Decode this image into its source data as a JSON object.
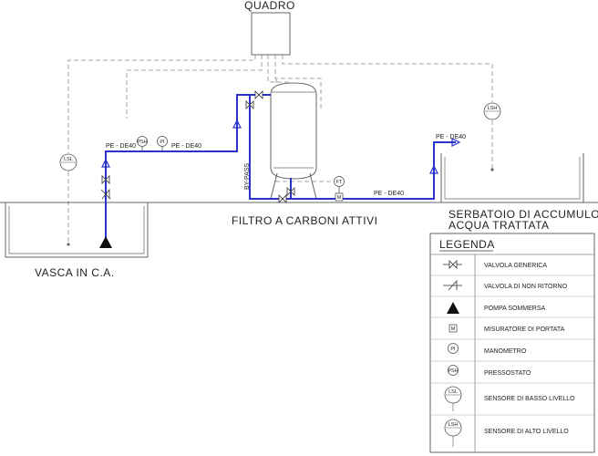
{
  "labels": {
    "quadro": "QUADRO",
    "pipe_pe_1": "PE - DE40",
    "pipe_pe_2": "PE - DE40",
    "pipe_pe_3": "PE - DE40",
    "pipe_pe_4": "PE - DE40",
    "bypass": "BY-PASS",
    "filter": "FILTRO A CARBONI ATTIVI",
    "vasca": "VASCA IN C.A.",
    "serbatoio_line1": "SERBATOIO DI ACCUMULO",
    "serbatoio_line2": "ACQUA TRATTATA"
  },
  "instruments": {
    "psh": "PSH",
    "pi": "PI",
    "ft": "FT",
    "lsl": "LSL",
    "lsh": "LSH",
    "m": "M"
  },
  "legend": {
    "title": "LEGENDA",
    "items": [
      {
        "label": "VALVOLA GENERICA"
      },
      {
        "label": "VALVOLA DI NON RITORNO"
      },
      {
        "label": "POMPA SOMMERSA"
      },
      {
        "label": "MISURATORE DI PORTATA",
        "symbol_text": "M"
      },
      {
        "label": "MANOMETRO",
        "symbol_text": "PI"
      },
      {
        "label": "PRESSOSTATO",
        "symbol_text": "PSH"
      },
      {
        "label": "SENSORE DI BASSO LIVELLO",
        "symbol_text": "LSL"
      },
      {
        "label": "SENSORE DI ALTO LIVELLO",
        "symbol_text": "LSH"
      }
    ]
  },
  "colors": {
    "pipe": "#2a33c9",
    "line": "#555555",
    "dashed": "#8a8a8a"
  }
}
